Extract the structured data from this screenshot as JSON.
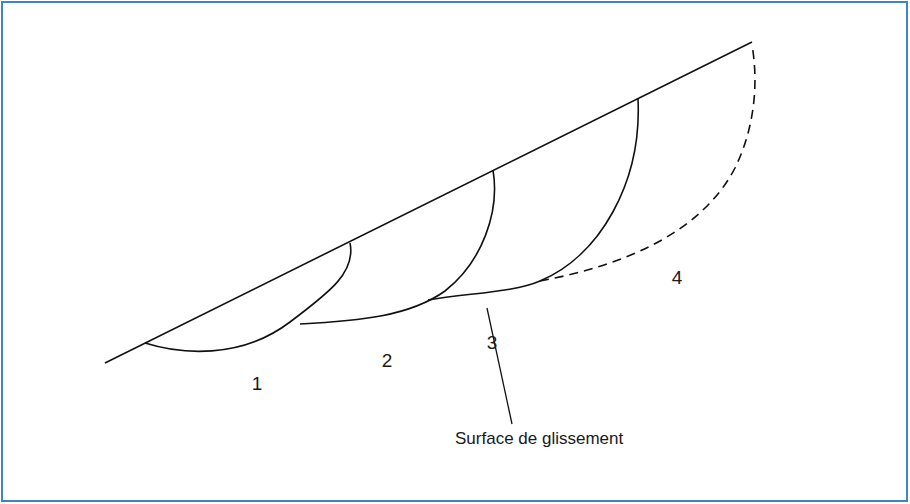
{
  "diagram": {
    "labels": [
      "1",
      "2",
      "3",
      "4",
      "Surface de glissement"
    ]
  }
}
